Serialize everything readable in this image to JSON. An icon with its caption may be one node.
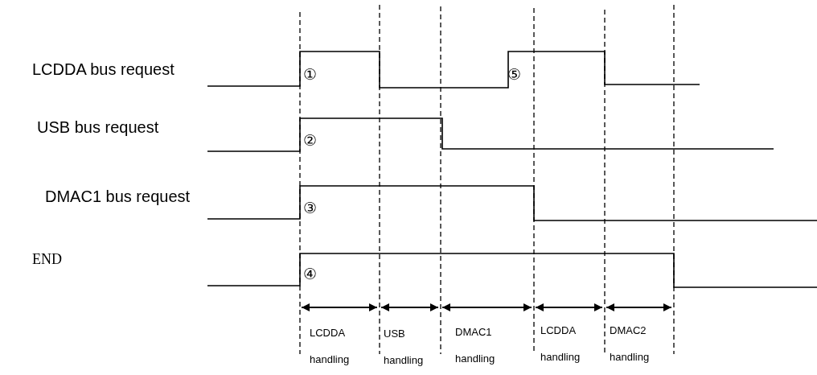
{
  "diagram": {
    "labels": [
      "LCDDA bus request",
      "①",
      "⑤",
      "USB bus request",
      "②",
      "DMAC1 bus request",
      "③",
      "END",
      "④",
      "LCDDA handling",
      "USB handling",
      "DMAC1 handling",
      "LCDDA handling",
      "DMAC2 handling"
    ]
  }
}
